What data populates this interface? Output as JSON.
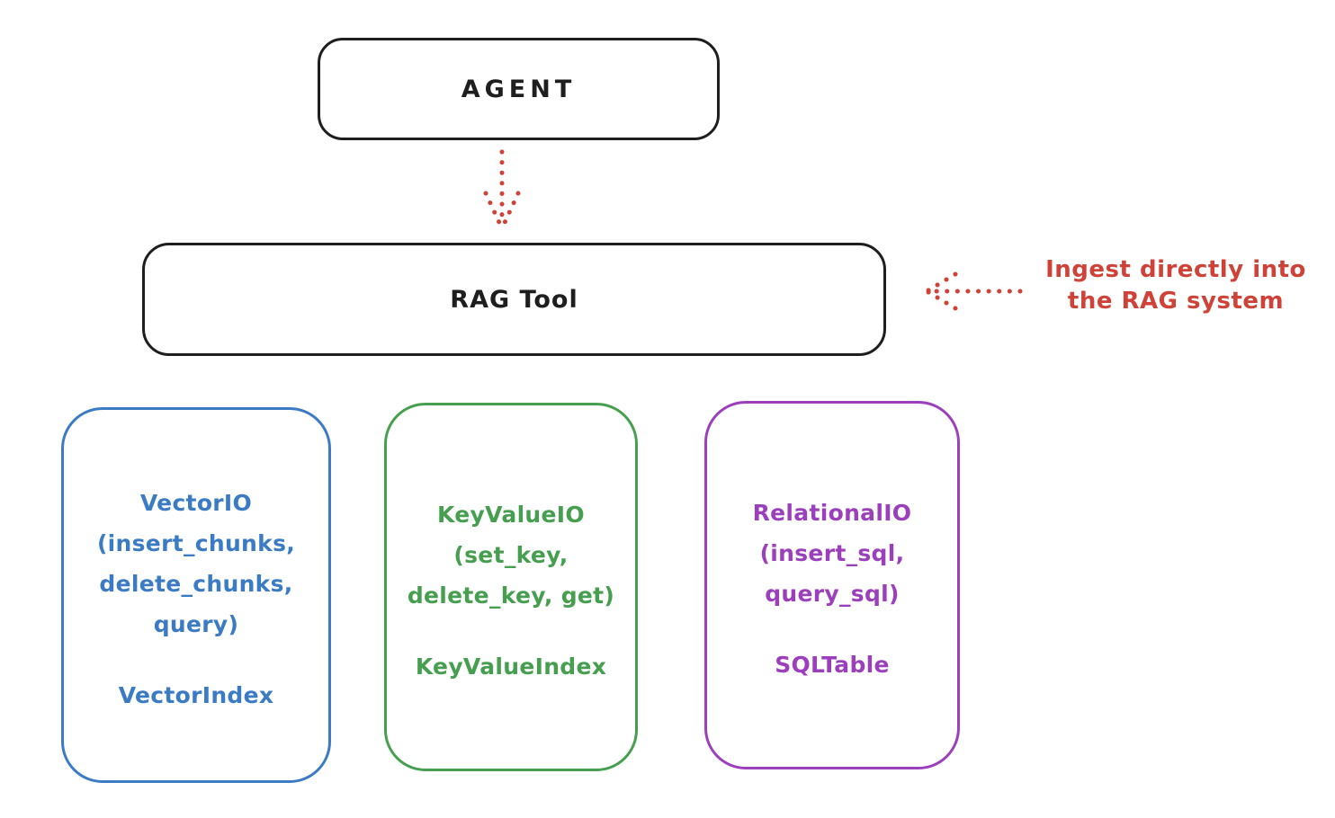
{
  "diagram": {
    "agent": {
      "label": "AGENT"
    },
    "rag_tool": {
      "label": "RAG Tool"
    },
    "annotation": {
      "lines": [
        "Ingest directly into",
        "the RAG system"
      ],
      "color": "#cf4238"
    },
    "arrows": [
      {
        "name": "agent-to-rag-tool",
        "style": "dotted",
        "color": "#cf4238",
        "direction": "down"
      },
      {
        "name": "annotation-to-rag-tool",
        "style": "dotted",
        "color": "#cf4238",
        "direction": "left"
      }
    ],
    "io_boxes": [
      {
        "name": "vector",
        "color": "#3b7bc4",
        "io_lines": [
          "VectorIO",
          "(insert_chunks,",
          "delete_chunks,",
          "query)"
        ],
        "index_label": "VectorIndex"
      },
      {
        "name": "keyvalue",
        "color": "#469e4f",
        "io_lines": [
          "KeyValueIO",
          "(set_key,",
          "delete_key, get)"
        ],
        "index_label": "KeyValueIndex"
      },
      {
        "name": "relational",
        "color": "#9c3fbd",
        "io_lines": [
          "RelationalIO",
          "(insert_sql,",
          "query_sql)"
        ],
        "index_label": "SQLTable"
      }
    ],
    "palette": {
      "stroke_black": "#1e1e1e",
      "red": "#cf4238",
      "blue": "#3b7bc4",
      "green": "#469e4f",
      "purple": "#9c3fbd",
      "background": "#ffffff"
    }
  }
}
